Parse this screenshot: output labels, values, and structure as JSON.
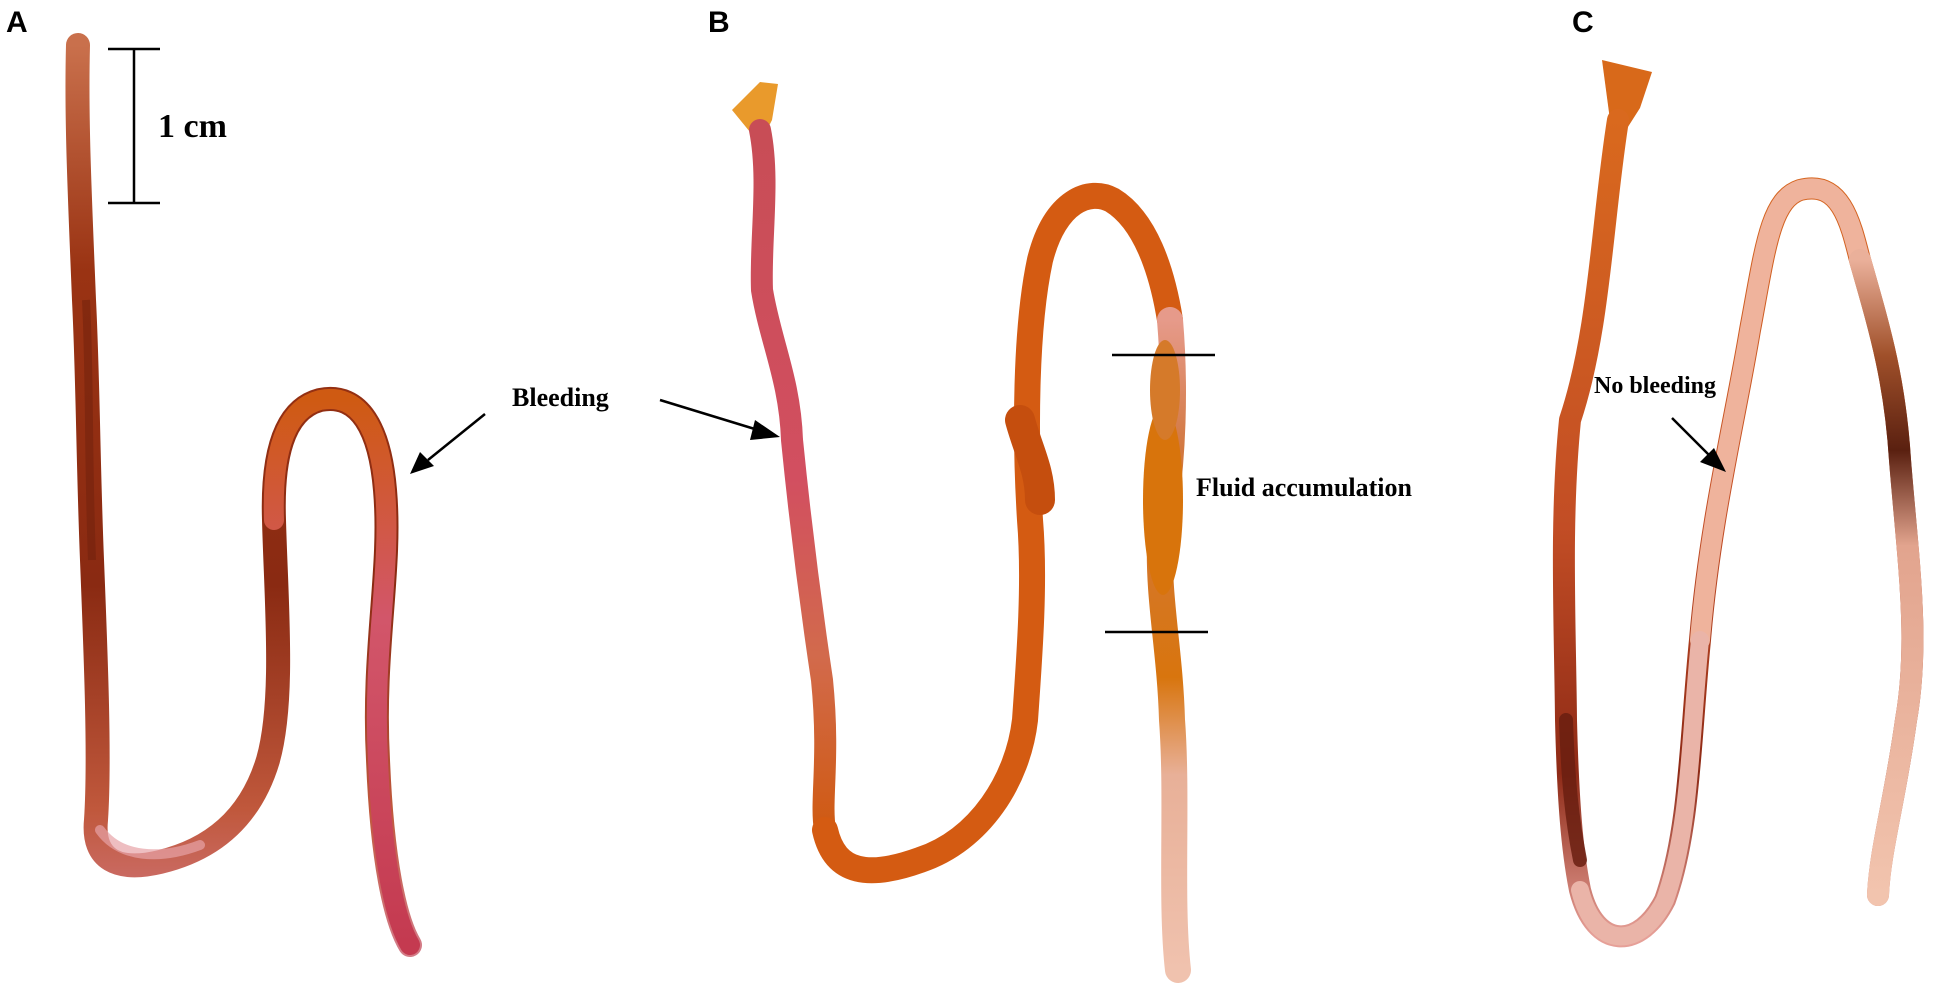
{
  "panels": [
    {
      "id": "A",
      "label": "A"
    },
    {
      "id": "B",
      "label": "B"
    },
    {
      "id": "C",
      "label": "C"
    }
  ],
  "scale_bar": {
    "label": "1 cm"
  },
  "annotations": {
    "bleeding": "Bleeding",
    "fluid": "Fluid accumulation",
    "no_bleeding": "No bleeding"
  },
  "colors": {
    "background": "#ffffff",
    "dark_red": "#8e2e14",
    "orange": "#cf5a12",
    "pink_red": "#cc4a55",
    "pale_pink": "#efb39c",
    "tip_yellow": "#e99a2c"
  }
}
